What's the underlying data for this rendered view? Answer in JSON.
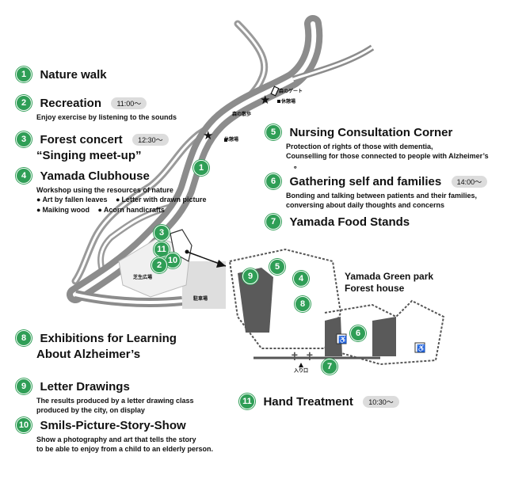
{
  "legend": [
    {
      "num": "1",
      "title": "Nature walk"
    },
    {
      "num": "2",
      "title": "Recreation",
      "time": "11:00～",
      "desc": "Enjoy exercise by listening to the sounds"
    },
    {
      "num": "3",
      "title": "Forest concert",
      "time": "12:30～",
      "title2": "“Singing meet-up”"
    },
    {
      "num": "4",
      "title": "Yamada Clubhouse",
      "desc": "Workshop using the resources of nature",
      "bullets": [
        "Art by fallen leaves",
        "Letter with drawn picture",
        "Maiking wood",
        "Acorn handicrafts"
      ]
    },
    {
      "num": "5",
      "title": "Nursing Consultation Corner",
      "desc1": "Protection of rights of those with dementia,",
      "desc2": "Counselling for those connected to people with Alzheimer’s",
      "desc3": "。"
    },
    {
      "num": "6",
      "title": "Gathering self and families",
      "time": "14:00～",
      "desc1": "Bonding and talking between patients and their families,",
      "desc2": "conversing about daily thoughts and concerns"
    },
    {
      "num": "7",
      "title": "Yamada Food Stands"
    },
    {
      "num": "8",
      "title": "Exhibitions for Learning",
      "title2": "About Alzheimer’s"
    },
    {
      "num": "9",
      "title": "Letter Drawings",
      "desc1": "The results produced by a letter drawing class",
      "desc2": "produced by the city, on display"
    },
    {
      "num": "10",
      "title": "Smils-Picture-Story-Show",
      "desc1": "Show a photography and art that tells the story",
      "desc2": "to be able to enjoy from a child to an elderly person."
    },
    {
      "num": "11",
      "title": "Hand Treatment",
      "time": "10:30～"
    }
  ],
  "map_labels": {
    "gate": "森のゲート",
    "rest1": "休憩場",
    "forest_spring": "森の散歩",
    "rest2": "休憩場",
    "lawn": "芝生広場",
    "parking": "駐車場",
    "entrance": "入り口"
  },
  "house_title_1": "Yamada Green park",
  "house_title_2": "Forest house",
  "colors": {
    "accent": "#2f9e56",
    "road": "#8c8c8c",
    "road_inner": "#ffffff",
    "building": "#555555"
  }
}
